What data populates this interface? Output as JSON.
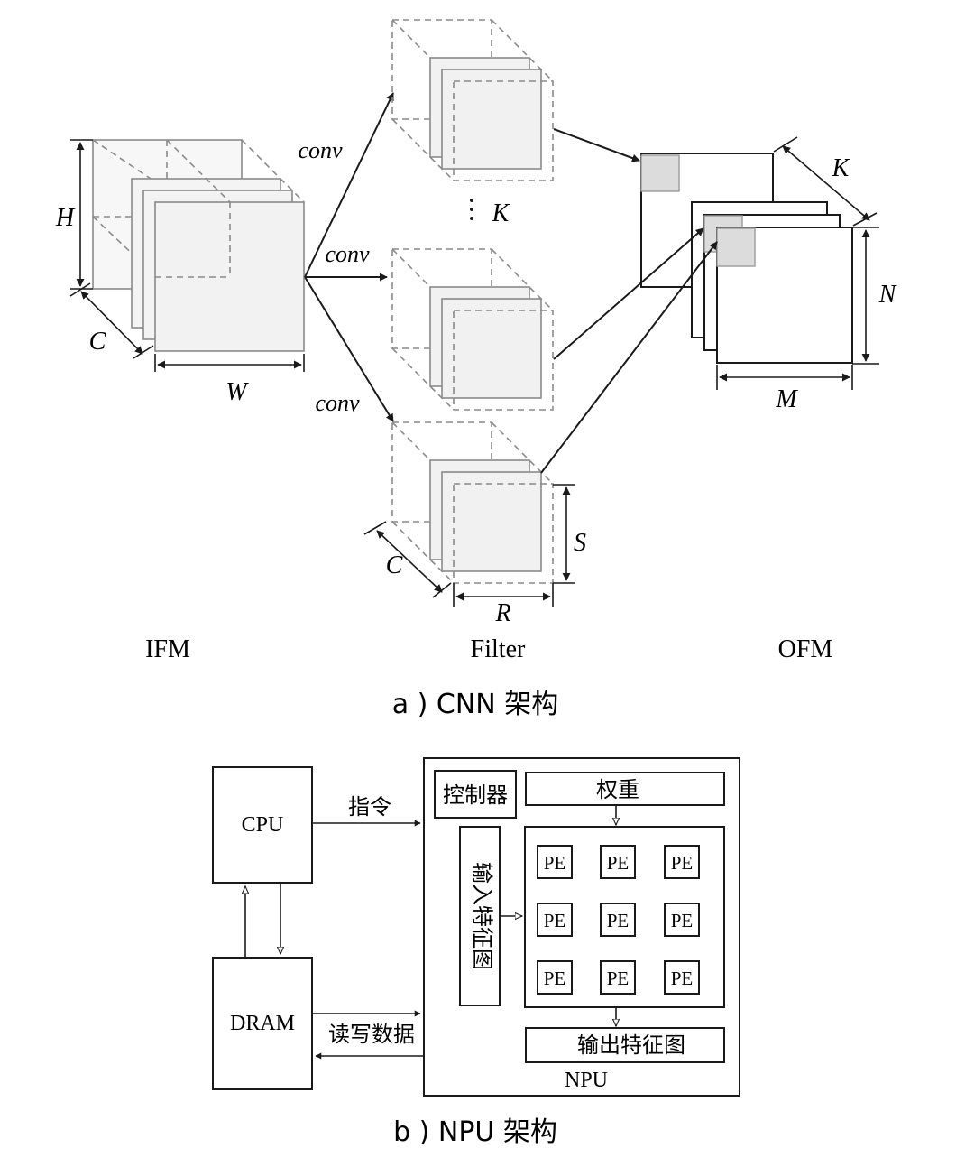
{
  "cnn": {
    "dims": {
      "H": "H",
      "C": "C",
      "W": "W",
      "K": "K",
      "N": "N",
      "M": "M",
      "S": "S",
      "R": "R",
      "C2": "C",
      "K_dots": "K"
    },
    "conv_labels": [
      "conv",
      "conv",
      "conv"
    ],
    "section_labels": {
      "ifm": "IFM",
      "filter": "Filter",
      "ofm": "OFM"
    },
    "caption": "a ) CNN 架构"
  },
  "npu": {
    "cpu": "CPU",
    "dram": "DRAM",
    "instruction_label": "指令",
    "rw_label": "读写数据",
    "controller": "控制器",
    "weights": "权重",
    "input_fm": "输入特征图",
    "output_fm": "输出特征图",
    "npu_label": "NPU",
    "pe_grid": [
      [
        "PE",
        "PE",
        "PE"
      ],
      [
        "PE",
        "PE",
        "PE"
      ],
      [
        "PE",
        "PE",
        "PE"
      ]
    ],
    "caption": "b ) NPU 架构"
  },
  "colors": {
    "line": "#1a1a1a",
    "dashed_outline": "#8a8a8a",
    "cube_fill": "#f2f2f2",
    "cube_fill_back": "#f7f7f7",
    "ofm_highlight": "#dcdcdc"
  }
}
